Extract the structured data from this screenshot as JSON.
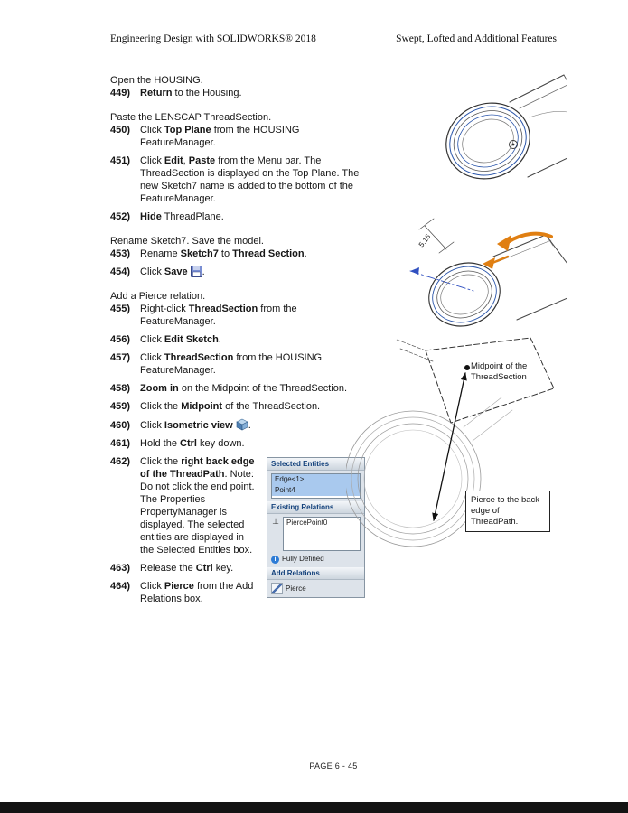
{
  "page": {
    "header_left": "Engineering Design with SOLIDWORKS® 2018",
    "header_right": "Swept, Lofted and Additional Features",
    "footer": "PAGE 6 - 45"
  },
  "steps": [
    {
      "type": "lead",
      "text": "Open the HOUSING."
    },
    {
      "type": "step",
      "num": "449)",
      "segments": [
        {
          "t": "Return",
          "b": true
        },
        {
          "t": " to the Housing."
        }
      ]
    },
    {
      "type": "lead",
      "text": "Paste the LENSCAP ThreadSection."
    },
    {
      "type": "step",
      "num": "450)",
      "segments": [
        {
          "t": "Click "
        },
        {
          "t": "Top Plane",
          "b": true
        },
        {
          "t": " from the HOUSING FeatureManager."
        }
      ]
    },
    {
      "type": "step",
      "num": "451)",
      "segments": [
        {
          "t": "Click "
        },
        {
          "t": "Edit",
          "b": true
        },
        {
          "t": ", "
        },
        {
          "t": "Paste",
          "b": true
        },
        {
          "t": " from the Menu bar. The ThreadSection is displayed on the Top Plane. The new Sketch7 name is added to the bottom of the FeatureManager."
        }
      ]
    },
    {
      "type": "step",
      "num": "452)",
      "segments": [
        {
          "t": "Hide",
          "b": true
        },
        {
          "t": " ThreadPlane."
        }
      ]
    },
    {
      "type": "lead",
      "text": "Rename Sketch7. Save the model."
    },
    {
      "type": "step",
      "num": "453)",
      "segments": [
        {
          "t": "Rename "
        },
        {
          "t": "Sketch7",
          "b": true
        },
        {
          "t": " to "
        },
        {
          "t": "Thread Section",
          "b": true
        },
        {
          "t": "."
        }
      ]
    },
    {
      "type": "step",
      "num": "454)",
      "segments": [
        {
          "t": "Click "
        },
        {
          "t": "Save",
          "b": true
        },
        {
          "t": " "
        },
        {
          "icon": "save-icon"
        },
        {
          "t": "."
        }
      ]
    },
    {
      "type": "lead",
      "text": "Add a Pierce relation."
    },
    {
      "type": "step",
      "num": "455)",
      "segments": [
        {
          "t": "Right-click "
        },
        {
          "t": "ThreadSection",
          "b": true
        },
        {
          "t": " from the FeatureManager."
        }
      ]
    },
    {
      "type": "step",
      "num": "456)",
      "segments": [
        {
          "t": "Click "
        },
        {
          "t": "Edit Sketch",
          "b": true
        },
        {
          "t": "."
        }
      ]
    },
    {
      "type": "step",
      "num": "457)",
      "segments": [
        {
          "t": "Click "
        },
        {
          "t": "ThreadSection",
          "b": true
        },
        {
          "t": " from the HOUSING FeatureManager."
        }
      ]
    },
    {
      "type": "step",
      "num": "458)",
      "segments": [
        {
          "t": "Zoom in",
          "b": true
        },
        {
          "t": " on the Midpoint of the ThreadSection."
        }
      ]
    },
    {
      "type": "step",
      "num": "459)",
      "segments": [
        {
          "t": "Click the "
        },
        {
          "t": "Midpoint",
          "b": true
        },
        {
          "t": " of the ThreadSection."
        }
      ]
    },
    {
      "type": "step",
      "num": "460)",
      "segments": [
        {
          "t": "Click "
        },
        {
          "t": "Isometric view",
          "b": true
        },
        {
          "t": " "
        },
        {
          "icon": "isometric-view-icon"
        },
        {
          "t": "."
        }
      ]
    },
    {
      "type": "step",
      "num": "461)",
      "segments": [
        {
          "t": "Hold the "
        },
        {
          "t": "Ctrl",
          "b": true
        },
        {
          "t": " key down."
        }
      ]
    },
    {
      "type": "float",
      "name": "pm"
    },
    {
      "type": "step",
      "num": "462)",
      "segments": [
        {
          "t": "Click the "
        },
        {
          "t": "right back edge of the ThreadPath",
          "b": true
        },
        {
          "t": ". Note: Do not click the end point. The Properties PropertyManager is displayed. The selected entities are displayed in the Selected Entities box."
        }
      ]
    },
    {
      "type": "step",
      "num": "463)",
      "segments": [
        {
          "t": "Release the "
        },
        {
          "t": "Ctrl",
          "b": true
        },
        {
          "t": " key."
        }
      ]
    },
    {
      "type": "step",
      "num": "464)",
      "segments": [
        {
          "t": "Click "
        },
        {
          "t": "Pierce",
          "b": true
        },
        {
          "t": " from the Add Relations box."
        }
      ]
    }
  ],
  "property_manager": {
    "selected_entities_label": "Selected Entities",
    "selected_entities": [
      "Edge<1>",
      "Point4"
    ],
    "existing_relations_label": "Existing Relations",
    "existing_relations": [
      "PiercePoint0"
    ],
    "status": "Fully Defined",
    "add_relations_label": "Add Relations",
    "pierce_label": "Pierce"
  },
  "annotations": {
    "midpoint_label": "Midpoint of the ThreadSection",
    "pierce_callout": "Pierce to the back edge of ThreadPath.",
    "dimension": "5.16"
  }
}
